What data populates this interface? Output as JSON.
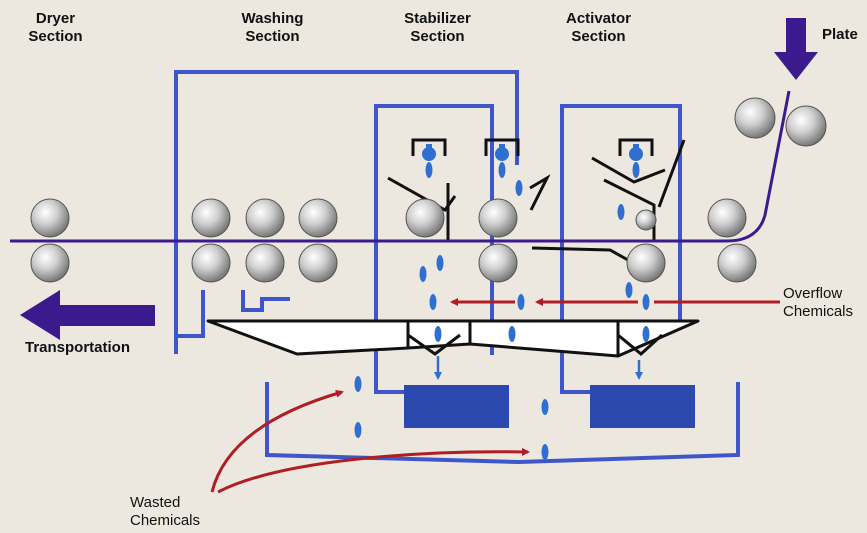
{
  "sections": {
    "dryer": [
      "Dryer",
      "Section"
    ],
    "washing": [
      "Washing",
      "Section"
    ],
    "stabilizer": [
      "Stabilizer",
      "Section"
    ],
    "activator": [
      "Activator",
      "Section"
    ]
  },
  "labels": {
    "plate": "Plate",
    "transportation": "Transportation",
    "overflow": [
      "Overflow",
      "Chemicals"
    ],
    "wasted": [
      "Wasted",
      "Chemicals"
    ]
  },
  "colors": {
    "background": "#ece8df",
    "pipe_blue": "#3f56c8",
    "transport_navy": "#3a1a8c",
    "flow_red": "#b01e25",
    "drop_blue": "#2f6fd0",
    "tank_blue": "#2c49b0"
  }
}
